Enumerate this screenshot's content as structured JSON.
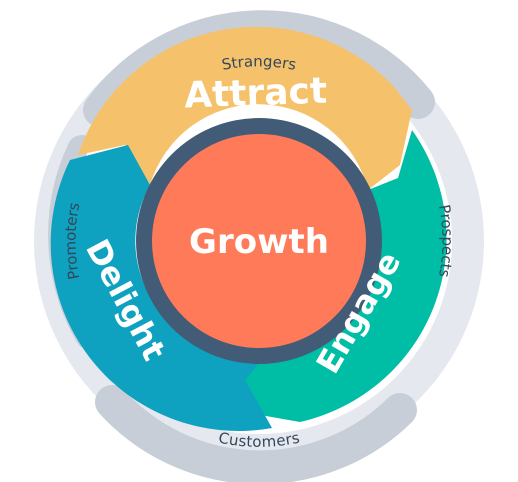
{
  "outer_ring": {
    "labels": {
      "strangers": "Strangers",
      "prospects": "Prospects",
      "customers": "Customers",
      "promoters": "Promoters"
    },
    "colors": {
      "light": "#e5e9ef",
      "dark": "#c7ced8",
      "text": "#33475b"
    }
  },
  "stages": {
    "attract": {
      "label": "Attract",
      "color": "#f5c26b"
    },
    "engage": {
      "label": "Engage",
      "color": "#00bda5"
    },
    "delight": {
      "label": "Delight",
      "color": "#0fa1c0"
    }
  },
  "hub": {
    "label": "Growth",
    "color": "#ff7a59",
    "ring_color": "#425b76"
  }
}
